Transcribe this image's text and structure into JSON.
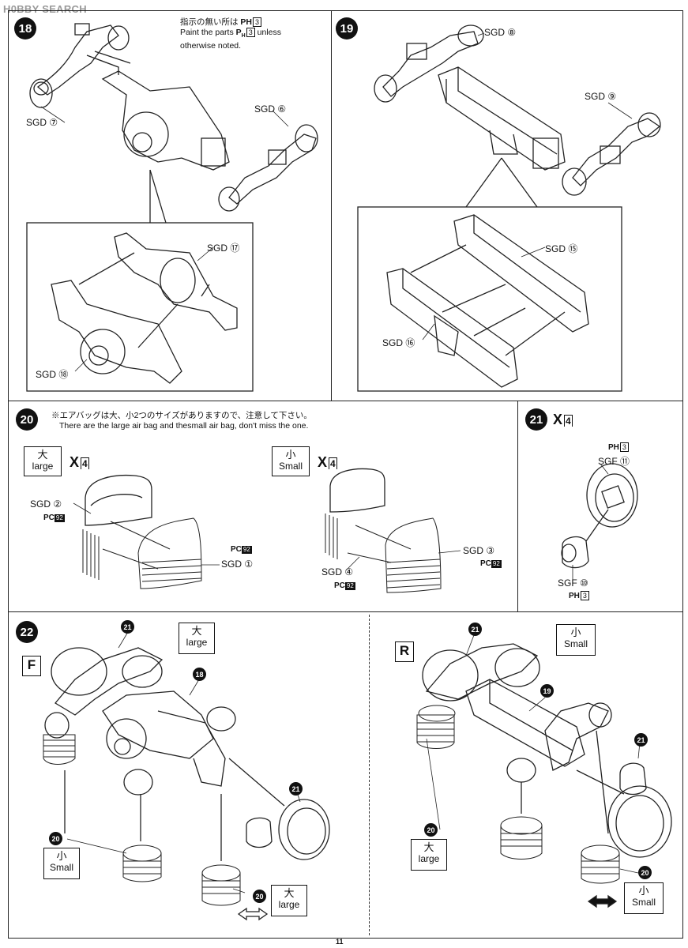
{
  "watermark": "H0BBY SEARCH",
  "page_number": "11",
  "step18": {
    "num": "18",
    "note_ja": "指示の無い所は",
    "note_code": "PH",
    "note_code_num": "3",
    "note_en_1": "Paint the parts",
    "note_en_2": "unless",
    "note_en_3": "otherwise noted.",
    "parts": {
      "p7": "SGD ⑦",
      "p6": "SGD ⑥",
      "p17": "SGD ⑰",
      "p18": "SGD ⑱"
    }
  },
  "step19": {
    "num": "19",
    "parts": {
      "p8": "SGD ⑧",
      "p9": "SGD ⑨",
      "p15": "SGD ⑮",
      "p16": "SGD ⑯"
    }
  },
  "step20": {
    "num": "20",
    "note_ja": "※エアバッグは大、小2つのサイズがありますので、注意して下さい。",
    "note_en": "There are the large air bag and thesmall air bag, don't miss the one.",
    "large_kanji": "大",
    "large_label": "large",
    "small_kanji": "小",
    "small_label": "Small",
    "times": "X",
    "count": "4",
    "paint_code": "PC",
    "paint_num": "92",
    "parts": {
      "p2": "SGD ②",
      "p1": "SGD ①",
      "p3": "SGD ③",
      "p4": "SGD ④"
    }
  },
  "step21": {
    "num": "21",
    "times": "X",
    "count": "4",
    "paint_code": "PH",
    "paint_num": "3",
    "parts": {
      "p11": "SGF ⑪",
      "p10": "SGF ⑩"
    }
  },
  "step22": {
    "num": "22",
    "front_marker": "F",
    "rear_marker": "R",
    "large_kanji": "大",
    "large_label": "large",
    "small_kanji": "小",
    "small_label": "Small",
    "refs": {
      "r21": "21",
      "r18": "18",
      "r20": "20",
      "r19": "19"
    }
  }
}
